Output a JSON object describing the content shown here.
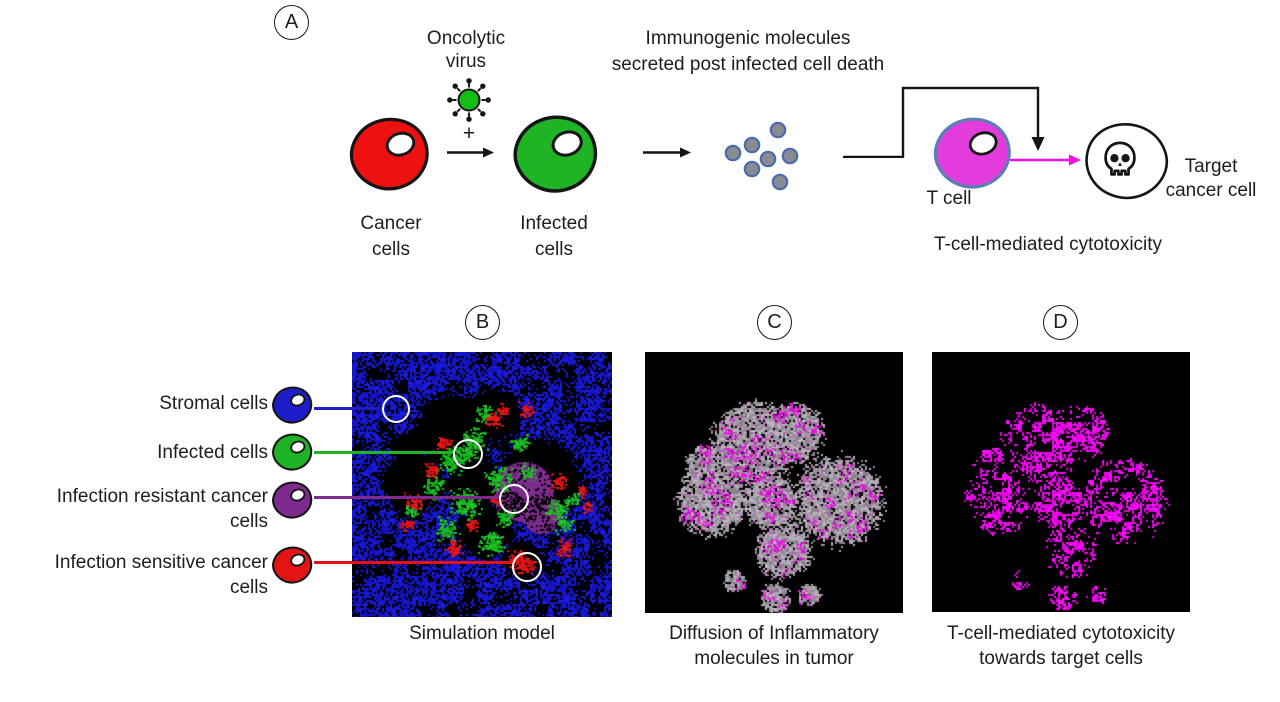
{
  "figure": {
    "panel_a": {
      "label": "A",
      "virus_label_line1": "Oncolytic",
      "virus_label_line2": "virus",
      "plus_sign": "+",
      "molecules_caption_line1": "Immunogenic molecules",
      "molecules_caption_line2": "secreted post infected cell death",
      "cancer_cells_line1": "Cancer",
      "cancer_cells_line2": "cells",
      "infected_cells_line1": "Infected",
      "infected_cells_line2": "cells",
      "t_cell_label": "T cell",
      "target_cell_line1": "Target",
      "target_cell_line2": "cancer cell",
      "cytotoxicity_label": "T-cell-mediated cytotoxicity"
    },
    "panel_b": {
      "label": "B",
      "caption": "Simulation model",
      "legend": [
        {
          "line1": "Stromal cells",
          "line2": ""
        },
        {
          "line1": "Infected cells",
          "line2": ""
        },
        {
          "line1": "Infection resistant cancer",
          "line2": "cells"
        },
        {
          "line1": "Infection sensitive cancer",
          "line2": "cells"
        }
      ]
    },
    "panel_c": {
      "label": "C",
      "caption_line1": "Diffusion of Inflammatory",
      "caption_line2": "molecules in tumor"
    },
    "panel_d": {
      "label": "D",
      "caption_line1": "T-cell-mediated cytotoxicity",
      "caption_line2": "towards target cells"
    }
  },
  "colors": {
    "stromal_blue": "#1E1EC8",
    "infected_green": "#1FB426",
    "resistant_purple": "#7E2A8E",
    "sensitive_red": "#E31414",
    "virus_green": "#14BE14",
    "cancer_red": "#EE1111",
    "t_cell_fill": "#E23DDC",
    "t_cell_outline": "#5B7EB5",
    "magenta": "#EE0FE0",
    "molecule_fill": "#8A8A92",
    "molecule_outline": "#4A6AAE",
    "diffusion_gray": "#9C9AA0",
    "outline_black": "#151515"
  }
}
